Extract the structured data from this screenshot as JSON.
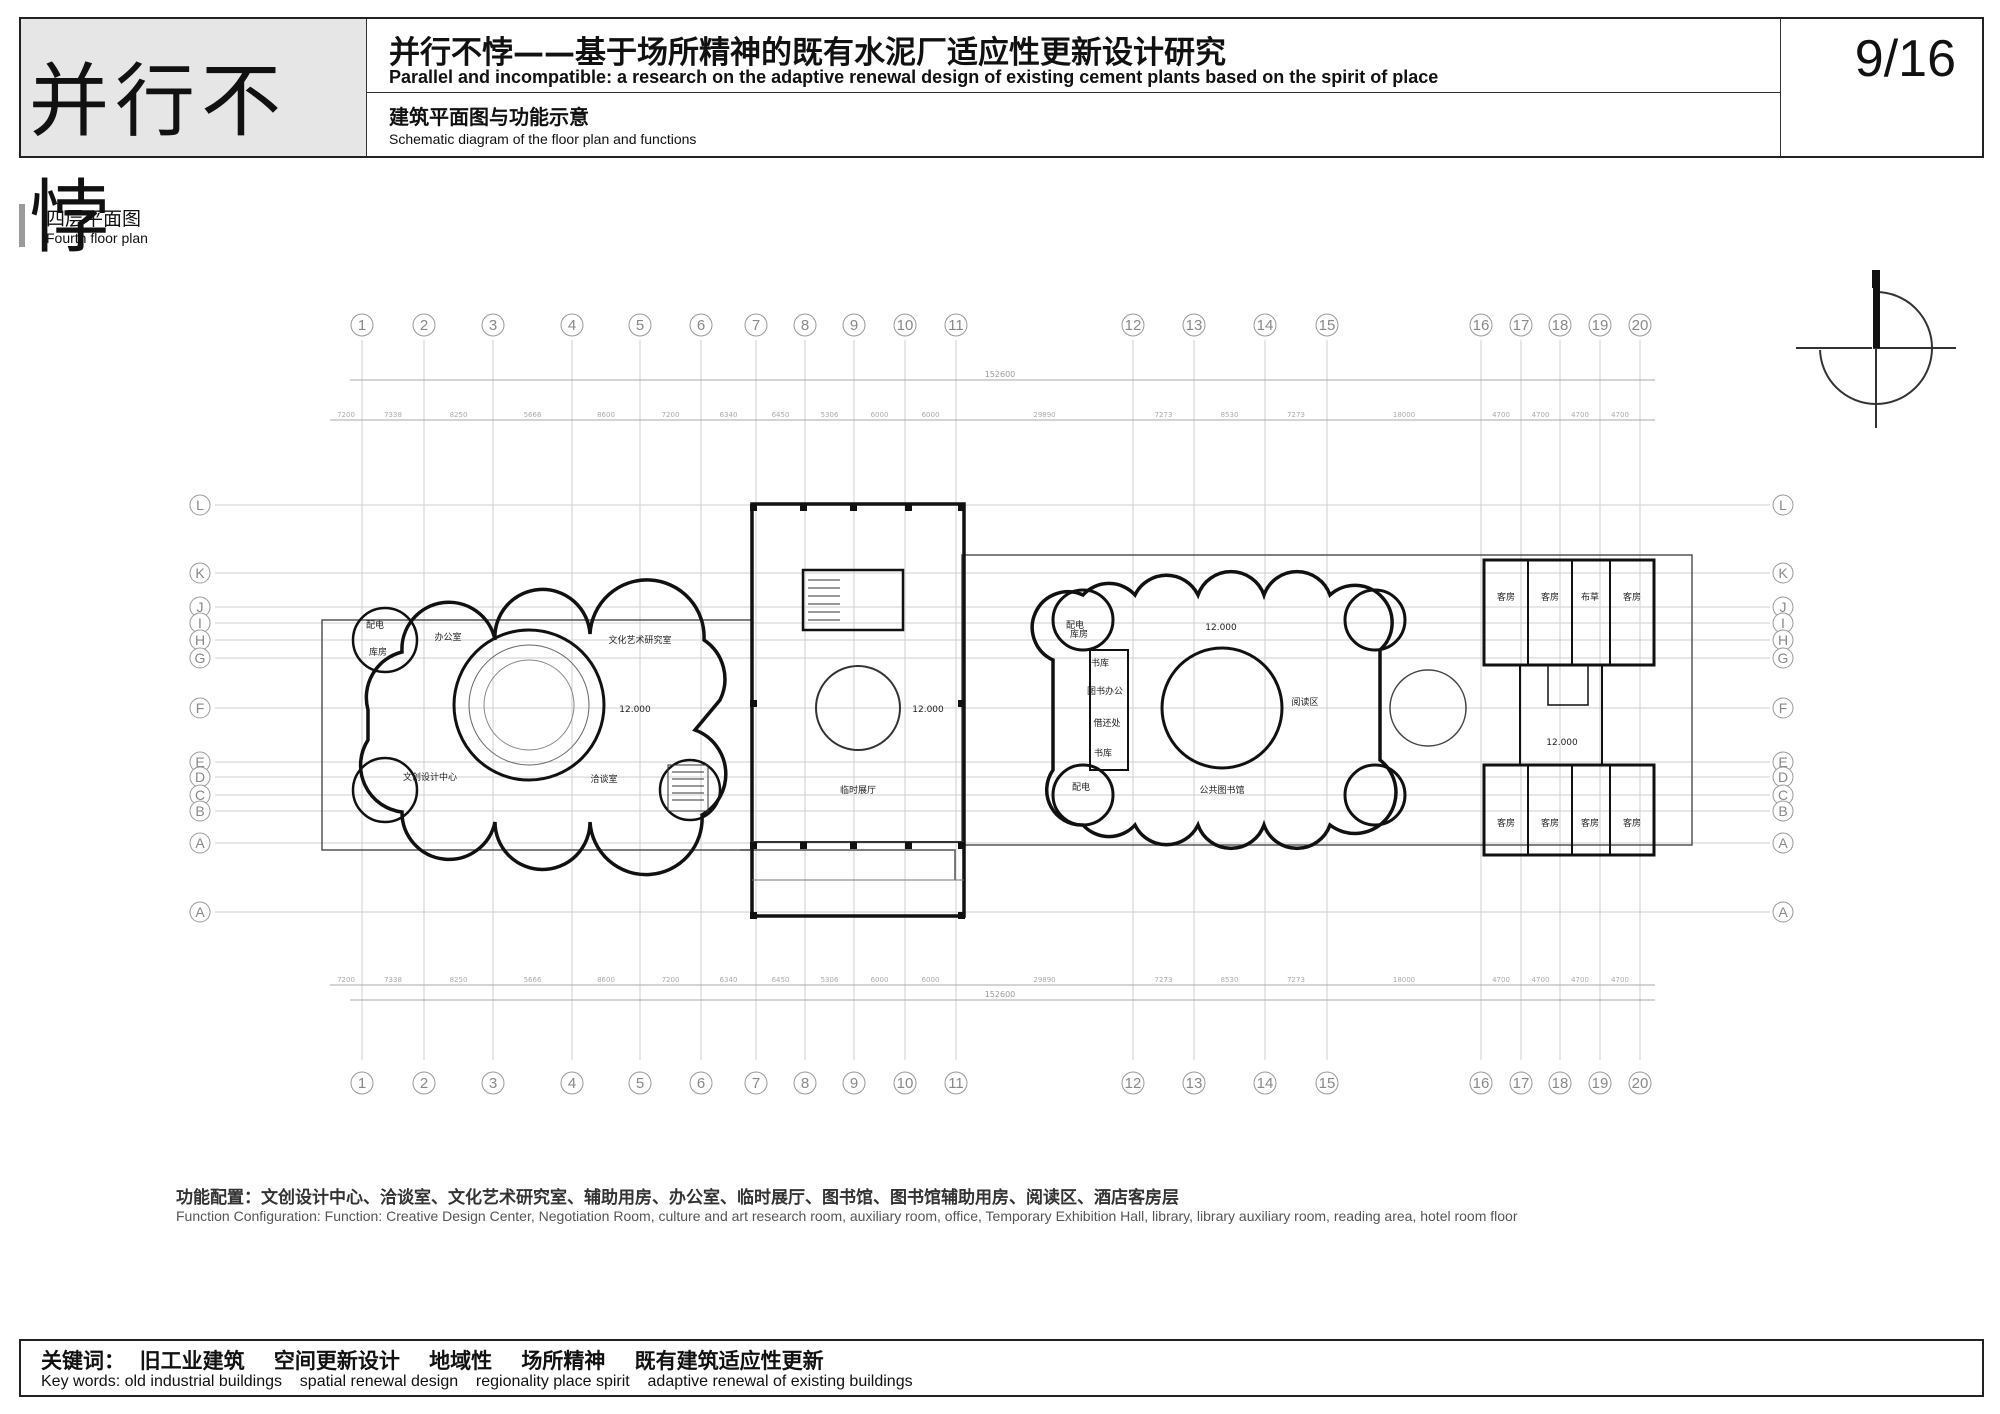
{
  "header": {
    "logo_text": "并行不悖",
    "title_zh": "并行不悖——基于场所精神的既有水泥厂适应性更新设计研究",
    "title_en": "Parallel and incompatible: a research on the adaptive renewal design of existing cement plants based on the spirit of place",
    "subtitle_zh": "建筑平面图与功能示意",
    "subtitle_en": "Schematic diagram of the floor plan and functions",
    "page": "9/16"
  },
  "section": {
    "title_zh": "四层平面图",
    "title_en": "Fourth floor plan"
  },
  "plan": {
    "col_axes": [
      "1",
      "2",
      "3",
      "4",
      "5",
      "6",
      "7",
      "8",
      "9",
      "10",
      "11",
      "12",
      "13",
      "14",
      "15",
      "16",
      "17",
      "18",
      "19",
      "20"
    ],
    "row_axes_left": [
      "L",
      "K",
      "J",
      "I",
      "H",
      "G",
      "F",
      "E",
      "D",
      "C",
      "B",
      "A",
      "A"
    ],
    "total_dim": "152600",
    "dims": [
      "7200",
      "7338",
      "8250",
      "5666",
      "8600",
      "7200",
      "6340",
      "6450",
      "5306",
      "6000",
      "6000",
      "29890",
      "7273",
      "8530",
      "7273",
      "18000",
      "4700",
      "4700",
      "4700",
      "4700"
    ],
    "room_labels": {
      "west": [
        "配电",
        "库房",
        "办公室",
        "文化艺术研究室",
        "文创设计中心",
        "洽谈室",
        "12.000"
      ],
      "middle": [
        "临时展厅",
        "12.000"
      ],
      "library": [
        "配电",
        "库房",
        "书库",
        "图书办公",
        "借还处",
        "书库",
        "阅读区",
        "公共图书馆",
        "配电",
        "12.000"
      ],
      "hotel": [
        "客房",
        "客房",
        "布草",
        "客房",
        "客房",
        "客房",
        "客房",
        "客房",
        "12.000"
      ]
    }
  },
  "functions": {
    "zh": "功能配置：文创设计中心、洽谈室、文化艺术研究室、辅助用房、办公室、临时展厅、图书馆、图书馆辅助用房、阅读区、酒店客房层",
    "en": "Function Configuration: Function: Creative Design Center, Negotiation Room, culture and art research room, auxiliary room, office, Temporary Exhibition Hall, library, library auxiliary room, reading area, hotel room floor"
  },
  "footer": {
    "keywords_zh": "关键词：  旧工业建筑    空间更新设计    地域性    场所精神    既有建筑适应性更新",
    "keywords_en": "Key words: old industrial buildings    spatial renewal design    regionality place spirit    adaptive renewal of existing buildings"
  },
  "icons": [
    "north-arrow-icon"
  ]
}
